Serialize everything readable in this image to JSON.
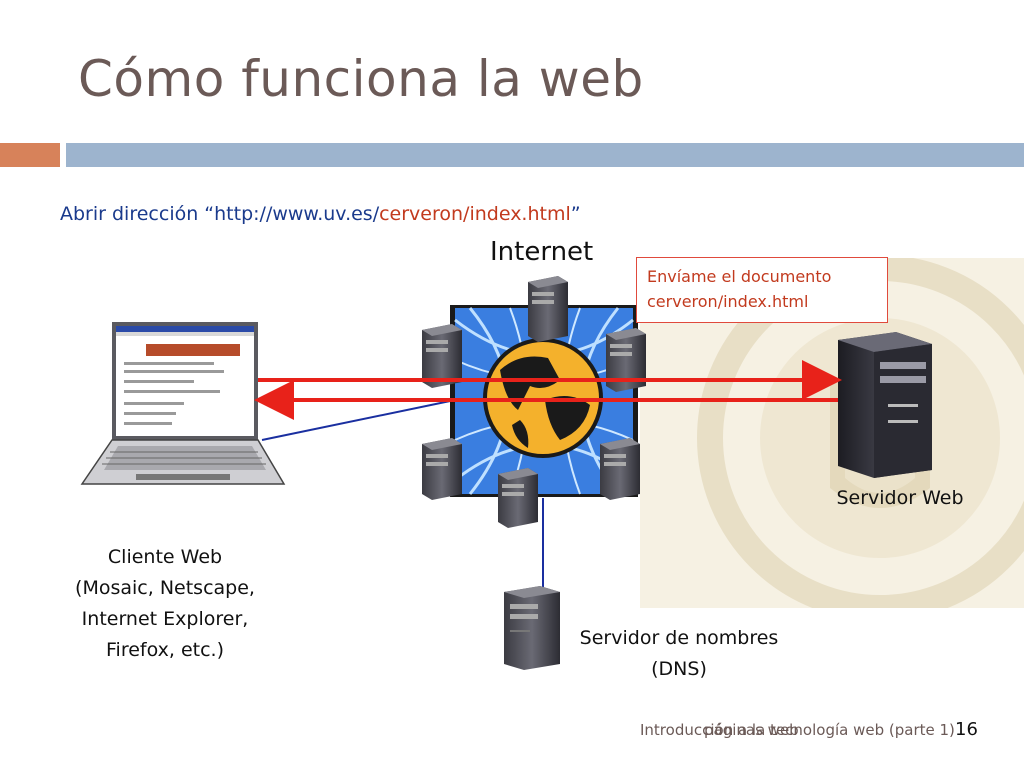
{
  "slide": {
    "title": "Cómo funciona la web",
    "url_prefix": "Abrir dirección “http://www.uv.es/",
    "url_path": "cerveron/index.html",
    "url_suffix": "”",
    "internet_label": "Internet",
    "callout_line1": "Envíame el documento",
    "callout_line2": "cerveron/index.html",
    "client_label": [
      "Cliente Web",
      "(Mosaic, Netscape,",
      "Internet Explorer,",
      "Firefox, etc.)"
    ],
    "server_label": "Servidor Web",
    "dns_label": [
      "Servidor de nombres",
      "(DNS)"
    ],
    "footer": "Introducción a la tecnología web (parte 1)",
    "footer_overlap": "páginas web",
    "page_number": "16"
  },
  "colors": {
    "accent_orange": "#d7825a",
    "accent_blue": "#9db4ce",
    "arrow_red": "#e8221a",
    "link_blue": "#1a3a8c"
  }
}
